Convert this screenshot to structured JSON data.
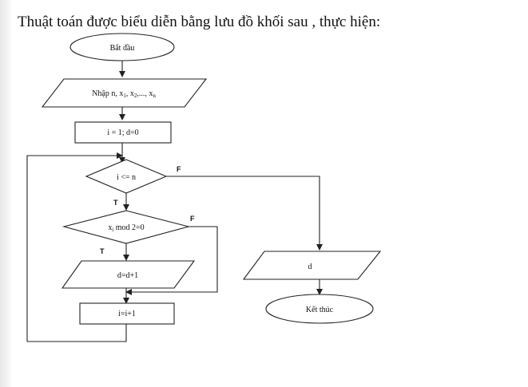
{
  "title": "Thuật toán được biểu diễn bằng lưu đồ khối sau , thực hiện:",
  "flowchart": {
    "start": "Bắt đầu",
    "input": {
      "text": "Nhập n, x",
      "sub1": "1",
      "sep1": ", x",
      "sub2": "2",
      "sep2": ",..., x",
      "subn": "n"
    },
    "init": "i = 1; d=0",
    "cond1": "i <= n",
    "cond1_false": "F",
    "cond1_true": "T",
    "cond2": {
      "text": "x",
      "sub": "i",
      "rest": " mod 2=0"
    },
    "cond2_false": "F",
    "cond2_true": "T",
    "increment_d": "d=d+1",
    "increment_i": "i=i+1",
    "output": "d",
    "end": "Kết thúc"
  }
}
